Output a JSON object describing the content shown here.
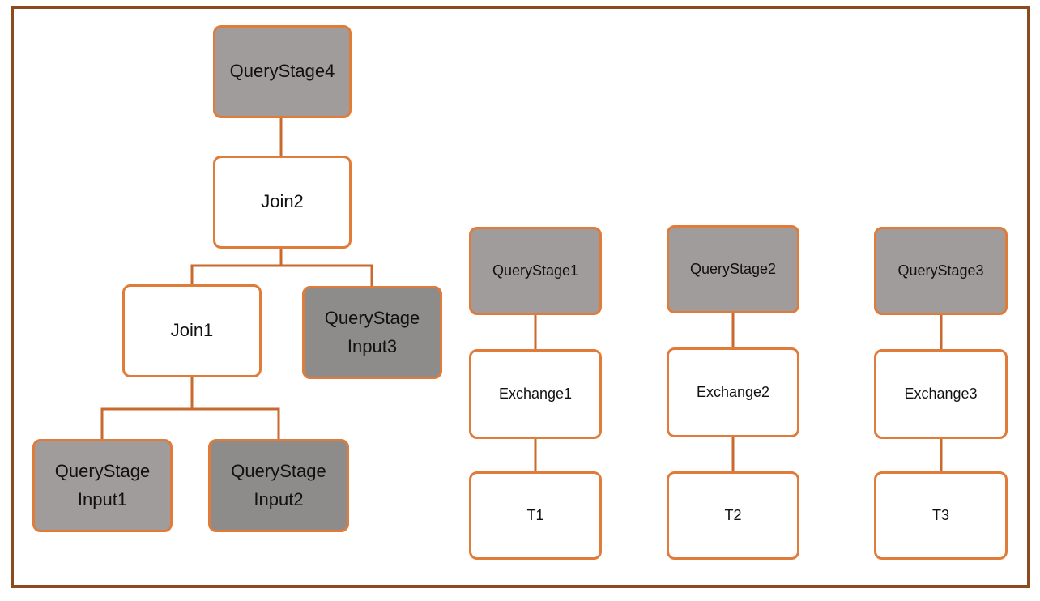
{
  "diagram": {
    "left_tree": {
      "query_stage_4": "QueryStage4",
      "join2": "Join2",
      "join1": "Join1",
      "input3": [
        "QueryStage",
        "Input3"
      ],
      "input1": [
        "QueryStage",
        "Input1"
      ],
      "input2": [
        "QueryStage",
        "Input2"
      ]
    },
    "chains": [
      {
        "stage": "QueryStage1",
        "exchange": "Exchange1",
        "table": "T1"
      },
      {
        "stage": "QueryStage2",
        "exchange": "Exchange2",
        "table": "T2"
      },
      {
        "stage": "QueryStage3",
        "exchange": "Exchange3",
        "table": "T3"
      }
    ],
    "colors": {
      "frame_border": "#8b4a20",
      "node_border": "#e07b39",
      "connector": "#c9692e",
      "stage_fill": "#a09c9c",
      "stage_fill_dark": "#8e8b8b",
      "plain_fill": "#ffffff"
    }
  }
}
